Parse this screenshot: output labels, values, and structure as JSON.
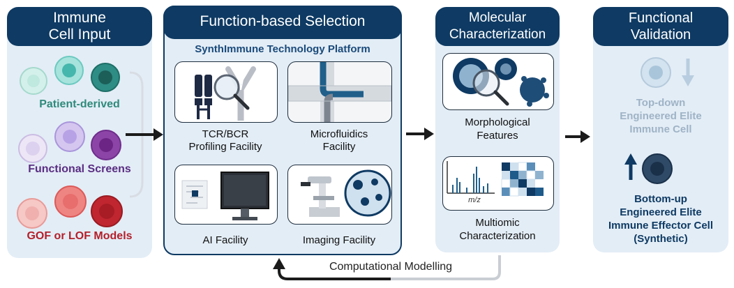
{
  "columns": {
    "input": {
      "title_line1": "Immune",
      "title_line2": "Cell Input",
      "groups": [
        {
          "label": "Patient-derived",
          "color": "#2f8a7b"
        },
        {
          "label": "Functional Screens",
          "color": "#5a2d82"
        },
        {
          "label": "GOF or LOF Models",
          "color": "#b31f2a"
        }
      ]
    },
    "selection": {
      "title": "Function-based Selection",
      "subtitle": "SynthImmune Technology Platform",
      "facilities": [
        {
          "label_line1": "TCR/BCR",
          "label_line2": "Profiling Facility"
        },
        {
          "label_line1": "Microfluidics",
          "label_line2": "Facility"
        },
        {
          "label_line1": "AI Facility",
          "label_line2": ""
        },
        {
          "label_line1": "Imaging Facility",
          "label_line2": ""
        }
      ]
    },
    "characterization": {
      "title_line1": "Molecular",
      "title_line2": "Characterization",
      "items": [
        {
          "label_line1": "Morphological",
          "label_line2": "Features"
        },
        {
          "label_line1": "Multiomic",
          "label_line2": "Characterization"
        }
      ],
      "axis_label": "m/z"
    },
    "validation": {
      "title_line1": "Functional",
      "title_line2": "Validation",
      "topdown": {
        "line1": "Top-down",
        "line2": "Engineered Elite",
        "line3": "Immune Cell",
        "color": "#9fb3c6"
      },
      "bottomup": {
        "line1": "Bottom-up",
        "line2": "Engineered Elite",
        "line3": "Immune Effector Cell",
        "line4": "(Synthetic)",
        "color": "#0e3a63"
      }
    }
  },
  "feedback": {
    "label": "Computational Modelling"
  },
  "colors": {
    "header": "#0e3a63",
    "panel": "#e3edf6",
    "arrow": "#1b1b1b"
  }
}
